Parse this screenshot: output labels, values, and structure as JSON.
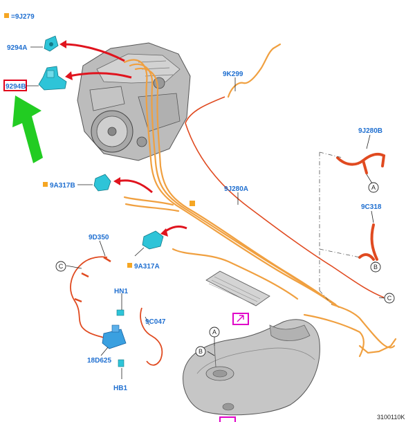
{
  "legend": {
    "code": "=9J279"
  },
  "labels": {
    "p9294A": "9294A",
    "p9294B": "9294B",
    "p9K299": "9K299",
    "p9J280B": "9J280B",
    "p9J280A": "9J280A",
    "p9C318": "9C318",
    "p9A317B": "9A317B",
    "p9A317A": "9A317A",
    "p9D350": "9D350",
    "pHN1": "HN1",
    "p9C047": "9C047",
    "p18D625": "18D625",
    "pHB1": "HB1"
  },
  "connectors": {
    "a": "A",
    "b": "B",
    "c": "C"
  },
  "figure_id": "3100110K",
  "colors": {
    "label": "#1f6fd0",
    "legend_square": "#f5a623",
    "callout_magenta": "#e000c8",
    "highlight_red": "#e0001a",
    "arrow_green": "#22cc22",
    "arrow_red": "#e0141e",
    "hose_orange": "#f0a040",
    "hose_red": "#e04a20",
    "part_cyan": "#2ec4d8"
  }
}
